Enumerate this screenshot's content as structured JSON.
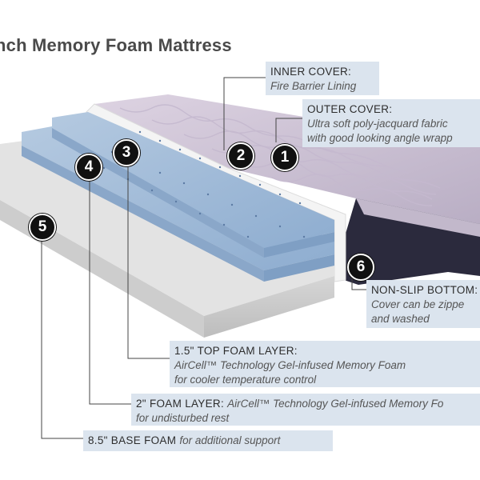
{
  "title": "nch Memory Foam Mattress",
  "callouts": {
    "inner_cover": {
      "heading": "INNER COVER:",
      "desc": "Fire Barrier Lining"
    },
    "outer_cover": {
      "heading": "OUTER COVER:",
      "desc1": "Ultra soft poly-jacquard fabric",
      "desc2": "with good looking angle wrapp"
    },
    "non_slip": {
      "heading": "NON-SLIP BOTTOM:",
      "desc1": "Cover can be zippe",
      "desc2": "and washed"
    },
    "top_foam": {
      "heading": "1.5\" TOP FOAM LAYER:",
      "desc1": "AirCell™ Technology Gel-infused Memory Foam",
      "desc2": "for cooler temperature control"
    },
    "foam_layer": {
      "heading": "2\" FOAM LAYER: ",
      "desc1": "AirCell™ Technology Gel-infused Memory Fo",
      "desc2": "for undisturbed rest"
    },
    "base_foam": {
      "heading": "8.5\" BASE FOAM ",
      "desc": "for additional support"
    }
  },
  "markers": [
    "1",
    "2",
    "3",
    "4",
    "5",
    "6"
  ],
  "colors": {
    "base_foam": "#e3e3e3",
    "gel_foam": "#9fb9d6",
    "cover": "#cfc4d6",
    "bottom": "#2b2a3d",
    "label_bg": "#dbe4ee"
  }
}
